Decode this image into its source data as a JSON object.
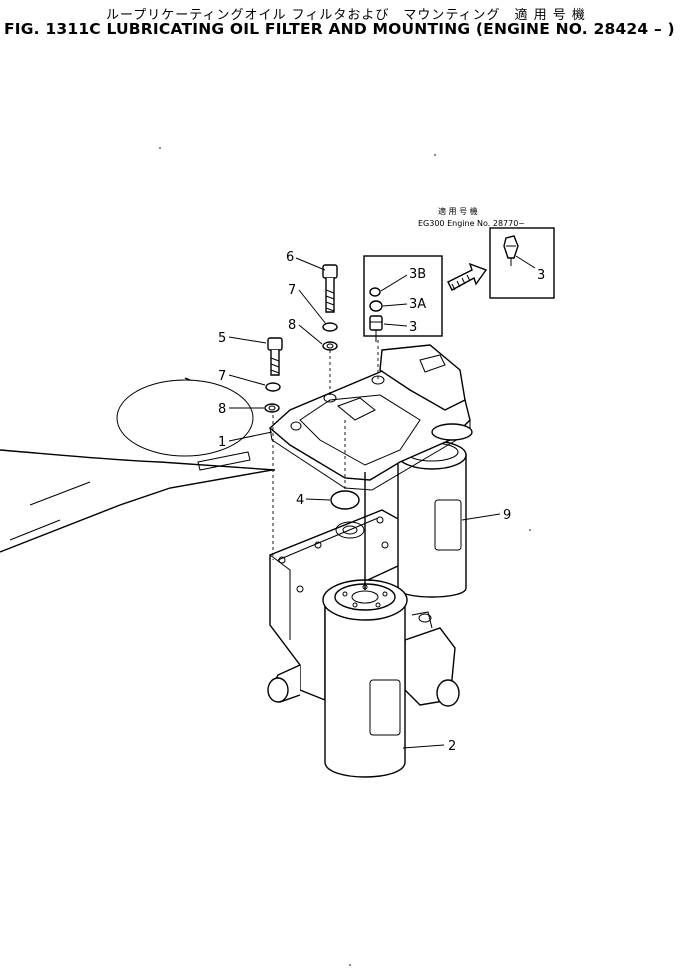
{
  "header": {
    "title_jp": "ループリケーティングオイル フィルタおよび　マウンティング　適 用 号 機",
    "title": "FIG. 1311C  LUBRICATING OIL FILTER AND MOUNTING (ENGINE NO. 28424 – )"
  },
  "inset": {
    "applicable_jp": "適 用 号 機",
    "serial_note": "EG300 Engine No. 28770~"
  },
  "callouts": {
    "c6": "6",
    "c7a": "7",
    "c8a": "8",
    "c5": "5",
    "c7b": "7",
    "c8b": "8",
    "c1": "1",
    "c4": "4",
    "c9": "9",
    "c2": "2",
    "c3B": "3B",
    "c3A": "3A",
    "c3": "3",
    "c3inset": "3"
  }
}
